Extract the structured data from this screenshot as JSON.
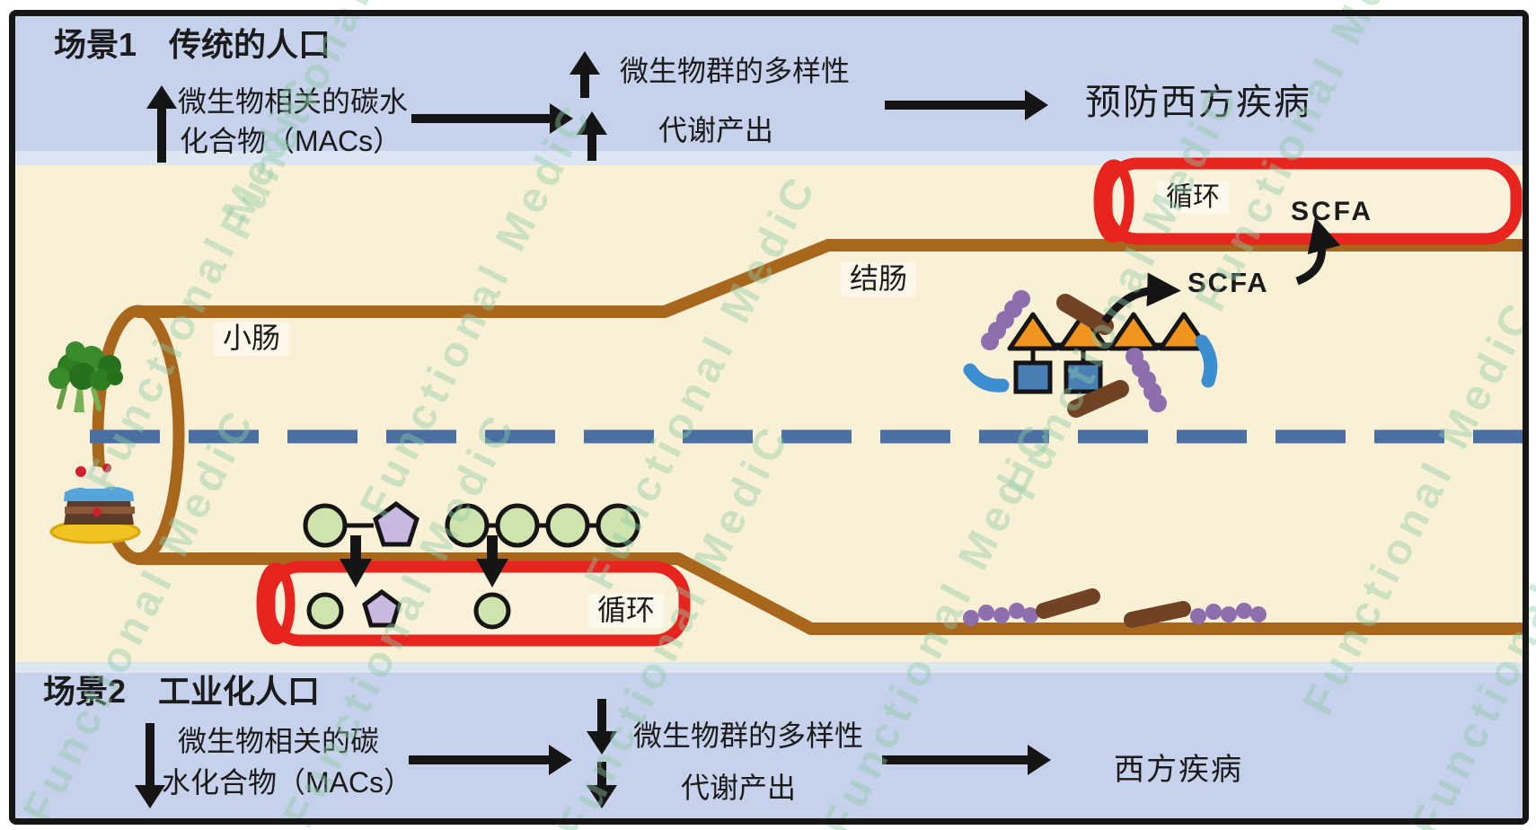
{
  "watermark": {
    "text": "Functional MediC"
  },
  "scenario1": {
    "title": "场景1　传统的人口",
    "macs_line1": "微生物相关的碳水",
    "macs_line2": "化合物（MACs）",
    "diversity": "微生物群的多样性",
    "metabolism": "代谢产出",
    "outcome": "预防西方疾病"
  },
  "scenario2": {
    "title": "场景2　工业化人口",
    "macs_line1": "微生物相关的碳",
    "macs_line2": "水化合物（MACs）",
    "diversity": "微生物群的多样性",
    "metabolism": "代谢产出",
    "outcome": "西方疾病"
  },
  "gut": {
    "small_intestine_label": "小肠",
    "colon_label": "结肠",
    "circulation_label_top": "循环",
    "circulation_label_bottom": "循环",
    "scfa_label_vessel": "SCFA",
    "scfa_label_lumen": "SCFA"
  },
  "colors": {
    "banner_blue": "#c6d1eb",
    "background_cream": "#faf0d6",
    "intestine_wall_brown": "#a9671d",
    "vessel_red": "#e8241f",
    "dashed_divider_blue": "#4a70a2",
    "sugar_green": "#cfe3ad",
    "sugar_purple": "#c9b8e0",
    "glycan_orange": "#f0931f",
    "glycan_blue": "#4a7fb5",
    "microbe_purple": "#8e6fae",
    "microbe_brown": "#6f4323",
    "microbe_blue": "#3d8ecf",
    "arrow_black": "#151515",
    "watermark_green": "#8ccaa8"
  }
}
